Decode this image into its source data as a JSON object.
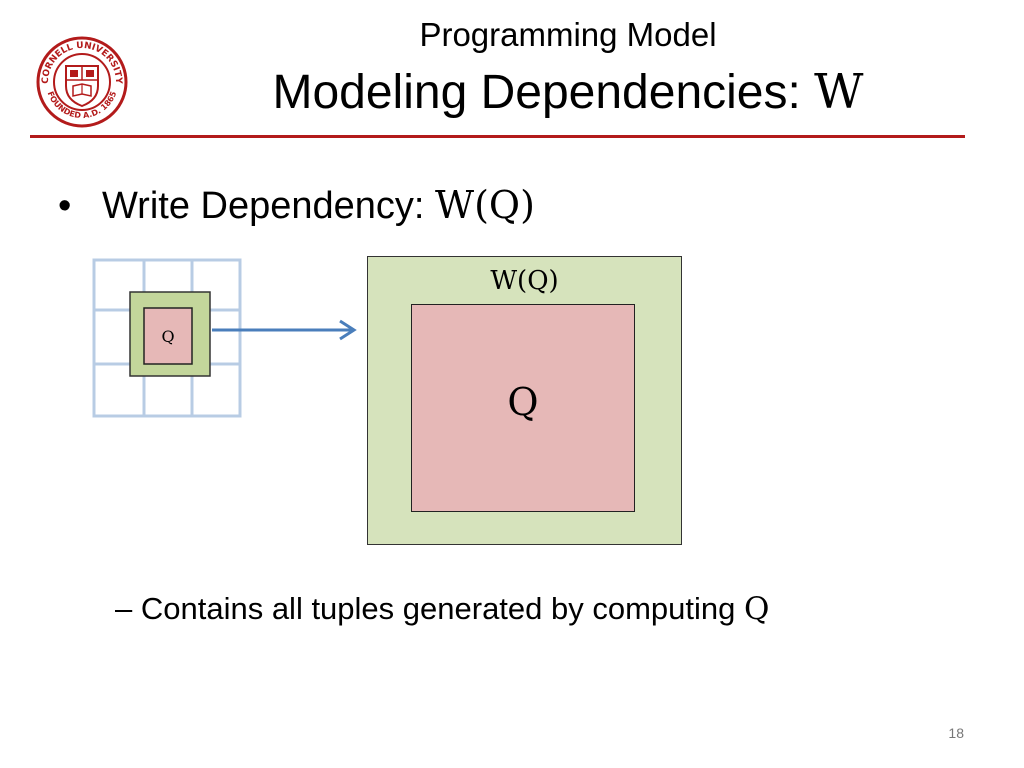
{
  "slide": {
    "subtitle": "Programming Model",
    "title_text": "Modeling Dependencies: ",
    "title_math": "W",
    "page_number": "18"
  },
  "logo": {
    "ring_text_top": "CORNELL UNIVERSITY",
    "ring_text_bottom": "FOUNDED A.D. 1865",
    "color": "#b31b1b"
  },
  "bullet": {
    "text": "Write Dependency: ",
    "math": "W(Q)"
  },
  "diagram": {
    "grid_cell_label": "Q",
    "outer_label": "W(Q)",
    "inner_label": "Q",
    "colors": {
      "outer_fill": "#d6e3bc",
      "inner_fill": "#e6b8b7",
      "grid_line": "#b8cce4",
      "arrow": "#4a7ebb"
    }
  },
  "sub_bullet": {
    "text": "– Contains all tuples generated by computing ",
    "math": "Q"
  }
}
